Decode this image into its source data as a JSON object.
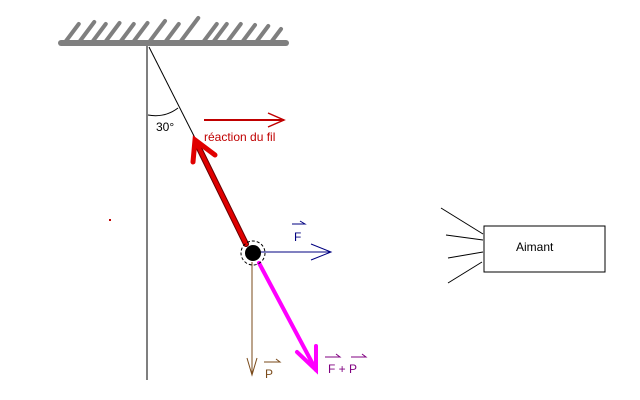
{
  "diagram": {
    "angle_label": "30°",
    "reaction_label": "réaction du fil",
    "force_f_label": "F",
    "weight_label": "P",
    "sum_label": "F + P",
    "magnet_label": "Aimant",
    "colors": {
      "ceiling": "#7f7f7f",
      "reaction": "#d40000",
      "force_f": "#000080",
      "weight": "#7a4a1a",
      "sum": "#ff00ff",
      "sum_text": "#800080"
    }
  }
}
